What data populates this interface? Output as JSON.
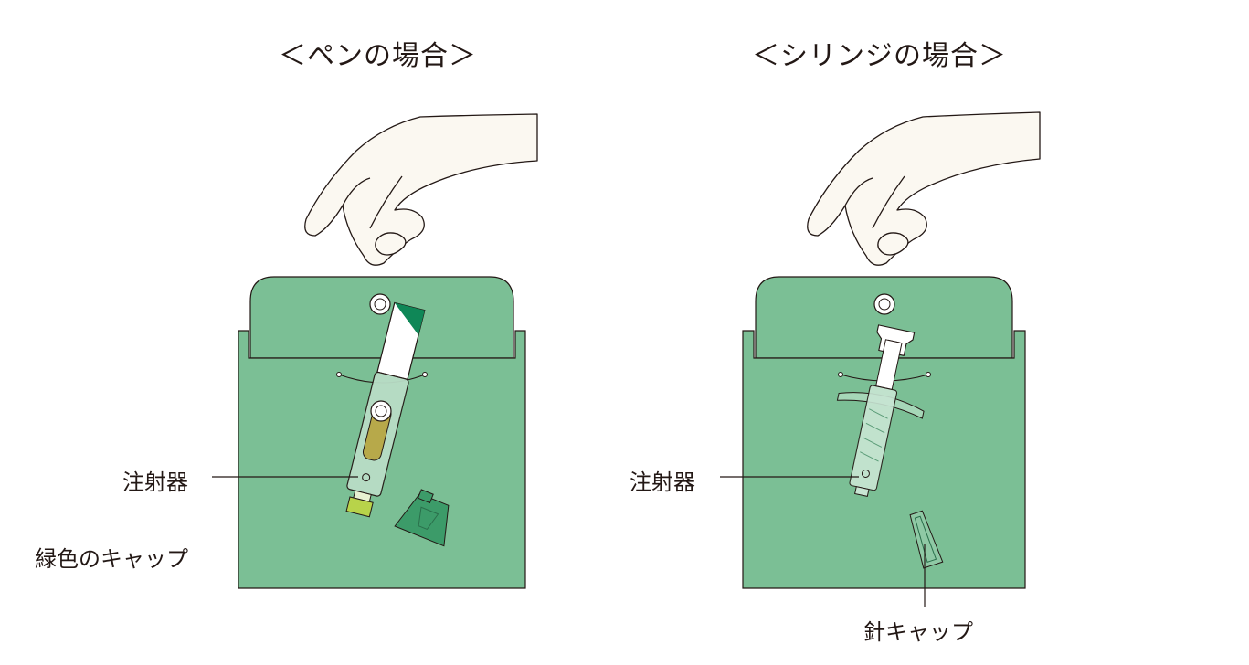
{
  "panels": {
    "pen": {
      "heading": "＜ペンの場合＞",
      "labels": {
        "injector": "注射器",
        "cap": "緑色のキャップ"
      }
    },
    "syringe": {
      "heading": "＜シリンジの場合＞",
      "labels": {
        "injector": "注射器",
        "needle_cap": "針キャップ"
      }
    }
  },
  "colors": {
    "pouch": "#7bbf95",
    "pouch_outline": "#231815",
    "skin": "#fbf8f1",
    "pen_label": "#0f8757",
    "pen_window": "#b7a94a",
    "pen_tip": "#b8d34a",
    "cap": "#3c9b69",
    "syringe_body": "#c9e6d4",
    "text": "#231815"
  }
}
